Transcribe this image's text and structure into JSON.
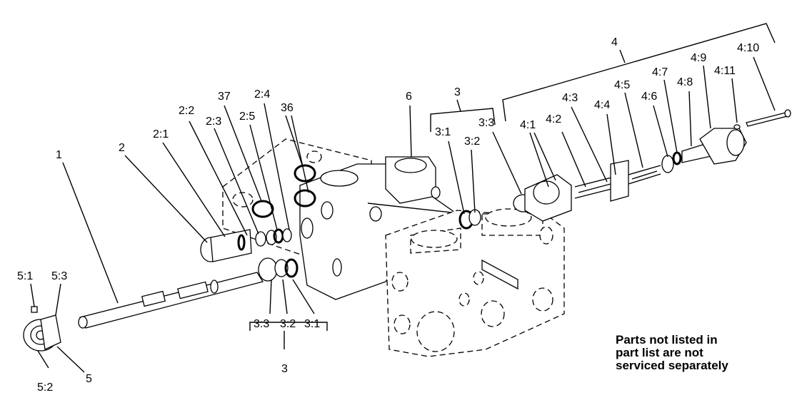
{
  "note": {
    "line1": "Parts not listed in",
    "line2": "part list are not",
    "line3": "serviced separately"
  },
  "labels": {
    "l1": "1",
    "l2": "2",
    "l2_1": "2:1",
    "l2_2": "2:2",
    "l2_3": "2:3",
    "l2_4": "2:4",
    "l2_5": "2:5",
    "l37": "37",
    "l36": "36",
    "l6": "6",
    "l3_top": "3",
    "l3_top_1": "3:1",
    "l3_top_2": "3:2",
    "l3_top_3": "3:3",
    "l3_bot": "3",
    "l3_bot_1": "3:1",
    "l3_bot_2": "3:2",
    "l3_bot_3": "3:3",
    "l4": "4",
    "l4_1": "4:1",
    "l4_2": "4:2",
    "l4_3": "4:3",
    "l4_4": "4:4",
    "l4_5": "4:5",
    "l4_6": "4:6",
    "l4_7": "4:7",
    "l4_8": "4:8",
    "l4_9": "4:9",
    "l4_10": "4:10",
    "l4_11": "4:11",
    "l5": "5",
    "l5_1": "5:1",
    "l5_2": "5:2",
    "l5_3": "5:3"
  }
}
